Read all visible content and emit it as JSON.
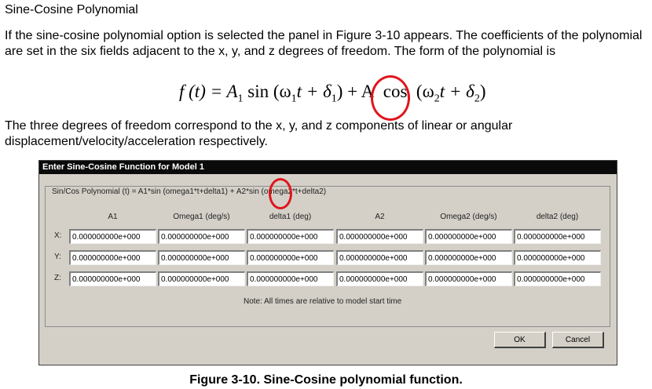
{
  "heading": "Sine-Cosine Polynomial",
  "intro": "If the sine-cosine polynomial option is selected the panel in Figure 3-10 appears. The coefficients of the polynomial are set in the six fields adjacent to the x, y, and z degrees of freedom. The form of the polynomial is",
  "formula": {
    "lhs": "f (t) = A",
    "a1_sub": "1",
    "sin": " sin (ω",
    "w1_sub": "1",
    "t_plus_d": "t + δ",
    "d1_sub": "1",
    "close_plus_a": ") + A",
    "cos": "cos",
    "open_w": "(ω",
    "w2_sub": "2",
    "t_plus_d2": "t + δ",
    "d2_sub": "2",
    "close": ")"
  },
  "body2": "The three degrees of freedom correspond to the x, y, and z components of linear or angular displacement/velocity/acceleration respectively.",
  "dialog": {
    "title": "Enter Sine-Cosine Function for Model 1",
    "group_label": "Sin/Cos Polynomial (t) = A1*sin (omega1*t+delta1) + A2*sin (omega2*t+delta2)",
    "columns": [
      "A1",
      "Omega1 (deg/s)",
      "delta1 (deg)",
      "A2",
      "Omega2 (deg/s)",
      "delta2 (deg)"
    ],
    "rows": [
      {
        "label": "X:",
        "values": [
          "0.000000000e+000",
          "0.000000000e+000",
          "0.000000000e+000",
          "0.000000000e+000",
          "0.000000000e+000",
          "0.000000000e+000"
        ]
      },
      {
        "label": "Y:",
        "values": [
          "0.000000000e+000",
          "0.000000000e+000",
          "0.000000000e+000",
          "0.000000000e+000",
          "0.000000000e+000",
          "0.000000000e+000"
        ]
      },
      {
        "label": "Z:",
        "values": [
          "0.000000000e+000",
          "0.000000000e+000",
          "0.000000000e+000",
          "0.000000000e+000",
          "0.000000000e+000",
          "0.000000000e+000"
        ]
      }
    ],
    "note": "Note: All times are relative to model start time",
    "ok_label": "OK",
    "cancel_label": "Cancel"
  },
  "caption": "Figure 3-10. Sine-Cosine polynomial function.",
  "colors": {
    "annotation_ring": "#e0141c",
    "dialog_face": "#d4d0c8",
    "titlebar": "#0a0a0a"
  }
}
